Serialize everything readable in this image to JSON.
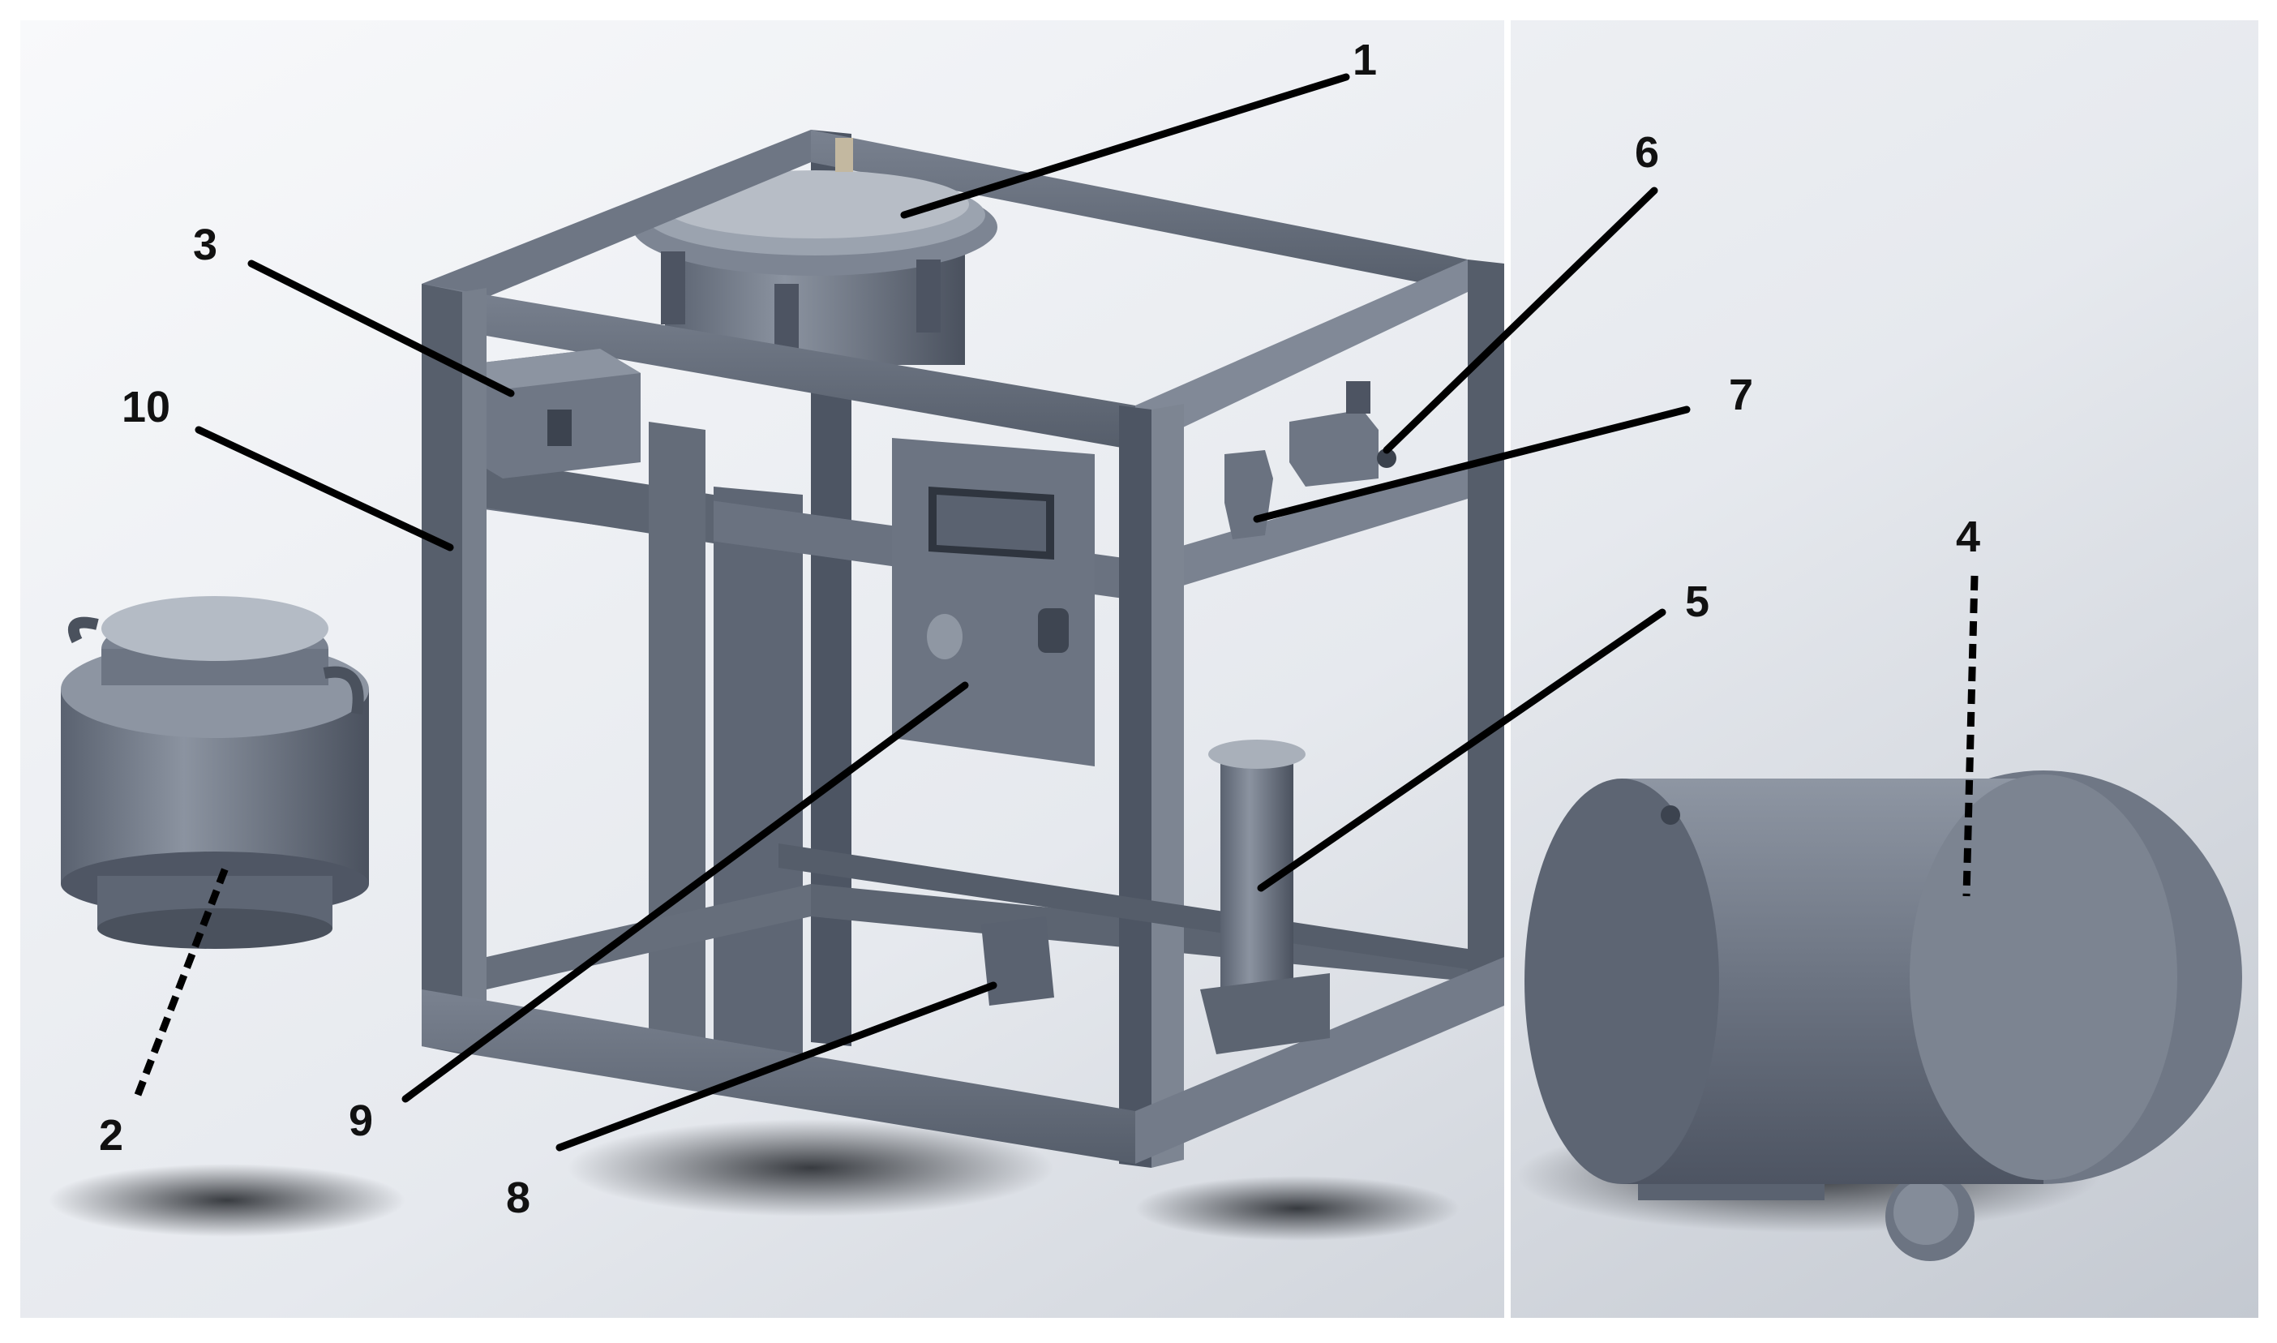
{
  "colors": {
    "background_light": "#f4f5f7",
    "background_mid": "#c9ced6",
    "metal_dark": "#4d5563",
    "metal_mid": "#6b7482",
    "metal_light": "#a6adb8",
    "leader": "#000000"
  },
  "callouts": [
    {
      "id": "1",
      "label": "1"
    },
    {
      "id": "2",
      "label": "2"
    },
    {
      "id": "3",
      "label": "3"
    },
    {
      "id": "4",
      "label": "4"
    },
    {
      "id": "5",
      "label": "5"
    },
    {
      "id": "6",
      "label": "6"
    },
    {
      "id": "7",
      "label": "7"
    },
    {
      "id": "8",
      "label": "8"
    },
    {
      "id": "9",
      "label": "9"
    },
    {
      "id": "10",
      "label": "10"
    }
  ]
}
